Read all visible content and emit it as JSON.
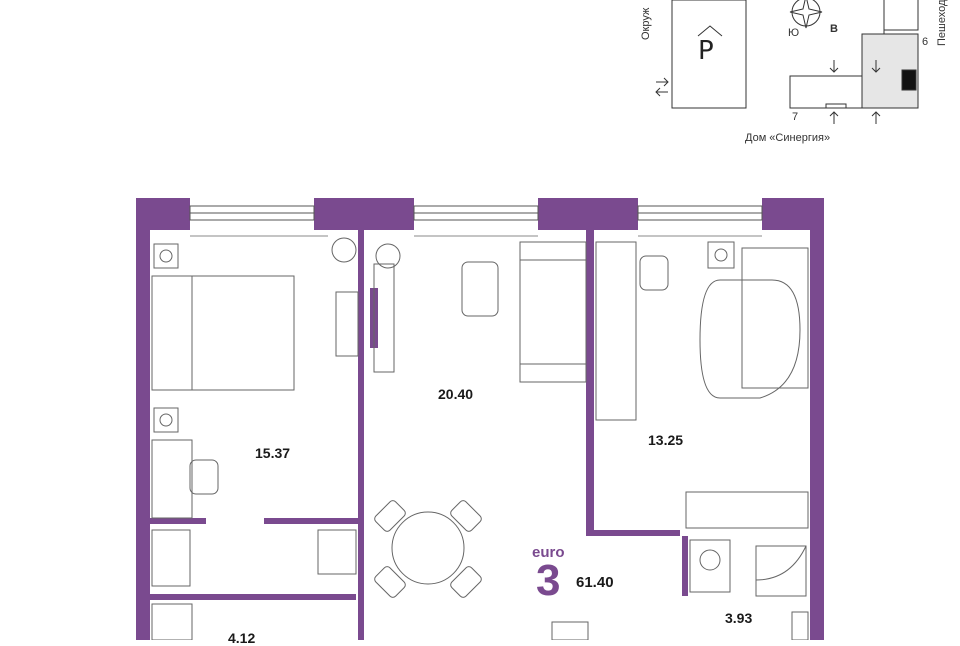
{
  "site_plan": {
    "parking_symbol": "P",
    "street_left": "Окруж",
    "street_right": "Пешеход",
    "compass_south": "Ю",
    "compass_east": "В",
    "building_number_6": "6",
    "building_number_7": "7",
    "house_name": "Дом «Синергия»"
  },
  "floor_plan": {
    "accent_color": "#7a4a8f",
    "wall_color": "#7a4a8f",
    "rooms": [
      {
        "name": "bedroom-left",
        "area": "15.37"
      },
      {
        "name": "living-room",
        "area": "20.40"
      },
      {
        "name": "bedroom-right",
        "area": "13.25"
      },
      {
        "name": "bathroom",
        "area": "3.93"
      },
      {
        "name": "bottom-left-room",
        "area": "4.12"
      }
    ],
    "layout_type": "euro",
    "room_count": "3",
    "total_area": "61.40"
  }
}
